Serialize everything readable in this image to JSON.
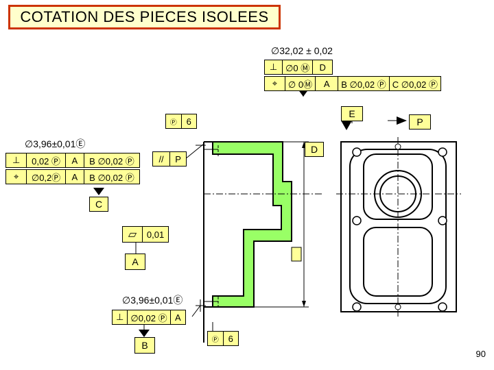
{
  "title": "COTATION DES PIECES ISOLEES",
  "page_number": "90",
  "colors": {
    "highlight": "#ffff99",
    "part_fill": "#99ff66",
    "title_border": "#cc3300"
  },
  "top_dimension": "∅32,02 ± 0,02",
  "top_fcf_1": {
    "symbol": "⊥",
    "tolerance": "∅0 Ⓜ",
    "datum": "D"
  },
  "top_fcf_2": {
    "symbol": "⌖",
    "tolerance": "∅ 0Ⓜ",
    "datum1": "A",
    "datum2": "B ∅0,02 Ⓟ",
    "datum3": "C ∅0,02 Ⓟ"
  },
  "datum_e": "E",
  "datum_p": "P",
  "datum_d": "D",
  "datum_c": "C",
  "datum_a": "A",
  "datum_b": "B",
  "projected_top": {
    "symbol": "Ⓟ",
    "value": "6"
  },
  "projected_bottom": {
    "symbol": "Ⓟ",
    "value": "6"
  },
  "left_dimension": "∅3,96±0,01Ⓔ",
  "left_fcf_1": {
    "symbol": "⊥",
    "tolerance": "0,02 Ⓟ",
    "datum1": "A",
    "datum2": "B ∅0,02 Ⓟ"
  },
  "left_fcf_2": {
    "symbol": "⌖",
    "tolerance": "∅0,2Ⓟ",
    "datum1": "A",
    "datum2": "B ∅0,02 Ⓟ"
  },
  "parallel_fcf": {
    "symbol": "//",
    "datum": "P"
  },
  "flatness_fcf": {
    "symbol": "▱",
    "tolerance": "0,01"
  },
  "bottom_dimension": "∅3,96±0,01Ⓔ",
  "bottom_fcf": {
    "symbol": "⊥",
    "tolerance": "∅0,02 Ⓟ",
    "datum": "A"
  }
}
